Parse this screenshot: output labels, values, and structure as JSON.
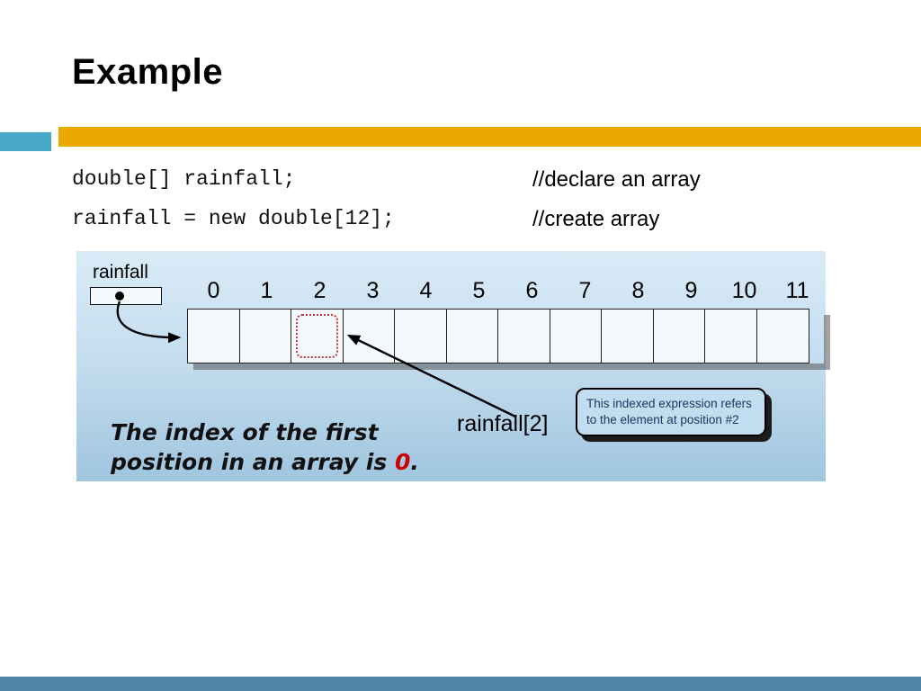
{
  "title": "Example",
  "colors": {
    "gold_bar": "#EAA800",
    "teal_accent": "#4AA9C8",
    "bottom_bar": "#4E84A8",
    "caption_highlight": "#CC0000",
    "diagram_background": "#C6DEEF",
    "callout_text_color": "#17375E"
  },
  "code": {
    "lines": [
      {
        "code": "double[] rainfall;",
        "comment": "//declare an array"
      },
      {
        "code": "rainfall = new double[12];",
        "comment": "//create array"
      }
    ]
  },
  "diagram": {
    "variable_label": "rainfall",
    "indices": [
      "0",
      "1",
      "2",
      "3",
      "4",
      "5",
      "6",
      "7",
      "8",
      "9",
      "10",
      "11"
    ],
    "highlighted_index": "2",
    "element_reference_label": "rainfall[2]",
    "callout_text": "This indexed expression refers to the element at position #2",
    "caption_line1": "The index of the first",
    "caption_line2_prefix": "position in an array is ",
    "caption_zero": "0",
    "caption_suffix": "."
  }
}
